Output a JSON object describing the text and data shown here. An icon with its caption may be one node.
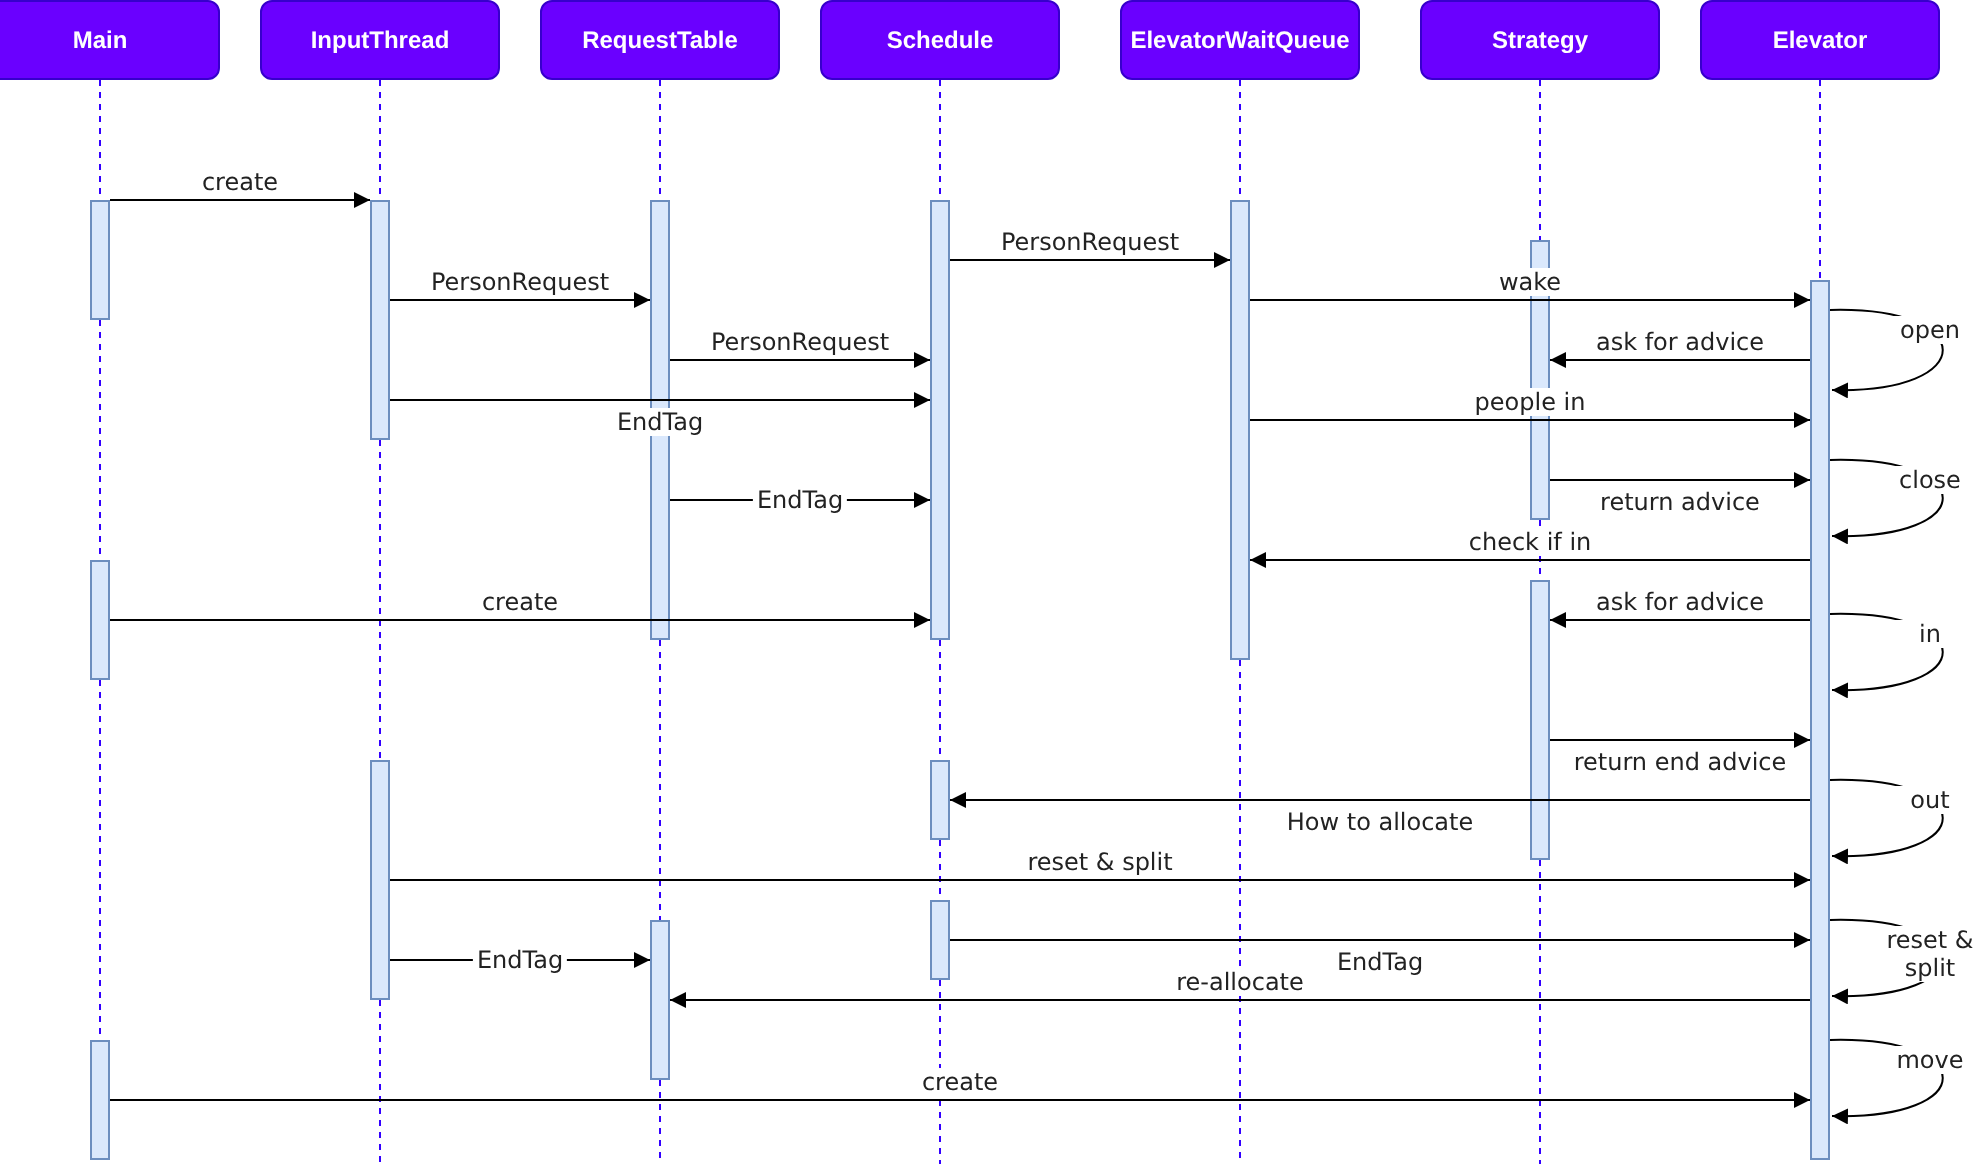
{
  "diagram": {
    "nodes": [
      {
        "text": [
          "Main"
        ]
      },
      {
        "text": [
          "InputThread"
        ]
      },
      {
        "text": [
          "RequestTable"
        ]
      },
      {
        "text": [
          "Schedule"
        ]
      },
      {
        "text": [
          "ElevatorWaitQueue"
        ]
      },
      {
        "text": [
          "Strategy"
        ]
      },
      {
        "text": [
          "Elevator"
        ]
      },
      {
        "text": [],
        "shape": "bar"
      },
      {
        "text": [],
        "shape": "bar"
      },
      {
        "text": [],
        "shape": "bar"
      },
      {
        "text": [],
        "shape": "bar"
      },
      {
        "text": [],
        "shape": "bar"
      },
      {
        "text": [],
        "shape": "bar"
      },
      {
        "text": [],
        "shape": "bar"
      },
      {
        "text": [],
        "shape": "bar"
      },
      {
        "text": [],
        "shape": "bar"
      },
      {
        "text": [],
        "shape": "bar"
      },
      {
        "text": [],
        "shape": "bar"
      },
      {
        "text": [],
        "shape": "bar"
      },
      {
        "text": [],
        "shape": "bar"
      },
      {
        "text": [],
        "shape": "bar"
      }
    ],
    "edges": [
      {
        "from": 7,
        "to": 10,
        "arrow": "to",
        "label": "create"
      },
      {
        "from": 14,
        "to": 17,
        "arrow": "to",
        "label": "PersonRequest"
      },
      {
        "from": 10,
        "to": 12,
        "arrow": "to",
        "label": "PersonRequest"
      },
      {
        "from": 17,
        "to": 20,
        "arrow": "to",
        "label": "wake"
      },
      {
        "from": 20,
        "to": 20,
        "arrow": "to",
        "label": "open"
      },
      {
        "from": 12,
        "to": 14,
        "arrow": "to",
        "label": "PersonRequest"
      },
      {
        "from": 20,
        "to": 18,
        "arrow": "to",
        "label": "ask for advice"
      },
      {
        "from": 10,
        "to": 14,
        "arrow": "to",
        "label": "EndTag"
      },
      {
        "from": 17,
        "to": 20,
        "arrow": "to",
        "label": "people in"
      },
      {
        "from": 20,
        "to": 20,
        "arrow": "to",
        "label": "close"
      },
      {
        "from": 18,
        "to": 20,
        "arrow": "to",
        "label": "return advice"
      },
      {
        "from": 12,
        "to": 14,
        "arrow": "to",
        "label": "EndTag"
      },
      {
        "from": 20,
        "to": 17,
        "arrow": "to",
        "label": "check if in"
      },
      {
        "from": 8,
        "to": 14,
        "arrow": "to",
        "label": "create"
      },
      {
        "from": 20,
        "to": 19,
        "arrow": "to",
        "label": "ask for advice"
      },
      {
        "from": 20,
        "to": 20,
        "arrow": "to",
        "label": "in"
      },
      {
        "from": 19,
        "to": 20,
        "arrow": "to",
        "label": "return end advice"
      },
      {
        "from": 20,
        "to": 20,
        "arrow": "to",
        "label": "out"
      },
      {
        "from": 20,
        "to": 15,
        "arrow": "to",
        "label": "How to allocate"
      },
      {
        "from": 11,
        "to": 20,
        "arrow": "to",
        "label": "reset & split"
      },
      {
        "from": 20,
        "to": 20,
        "arrow": "to",
        "label": "reset & split"
      },
      {
        "from": 16,
        "to": 20,
        "arrow": "to",
        "label": "EndTag"
      },
      {
        "from": 11,
        "to": 13,
        "arrow": "to",
        "label": "EndTag"
      },
      {
        "from": 20,
        "to": 13,
        "arrow": "to",
        "label": "re-allocate"
      },
      {
        "from": 20,
        "to": 20,
        "arrow": "to",
        "label": "move"
      },
      {
        "from": 9,
        "to": 20,
        "arrow": "to",
        "label": "create"
      },
      {
        "from": 0,
        "to": 7,
        "arrow": "none",
        "style": "dashed",
        "color": "#3300ff"
      },
      {
        "from": 7,
        "to": 8,
        "arrow": "none",
        "style": "dashed",
        "color": "#3300ff"
      },
      {
        "from": 8,
        "to": 9,
        "arrow": "none",
        "style": "dashed",
        "color": "#3300ff"
      },
      {
        "from": 1,
        "to": 10,
        "arrow": "none",
        "style": "dashed",
        "color": "#3300ff"
      },
      {
        "from": 10,
        "to": 11,
        "arrow": "none",
        "style": "dashed",
        "color": "#3300ff"
      },
      {
        "from": 11,
        "to": null,
        "arrow": "none",
        "style": "dashed",
        "color": "#3300ff"
      },
      {
        "from": 2,
        "to": 12,
        "arrow": "none",
        "style": "dashed",
        "color": "#3300ff"
      },
      {
        "from": 12,
        "to": 13,
        "arrow": "none",
        "style": "dashed",
        "color": "#3300ff"
      },
      {
        "from": 13,
        "to": null,
        "arrow": "none",
        "style": "dashed",
        "color": "#3300ff"
      },
      {
        "from": 3,
        "to": 14,
        "arrow": "none",
        "style": "dashed",
        "color": "#3300ff"
      },
      {
        "from": 14,
        "to": 15,
        "arrow": "none",
        "style": "dashed",
        "color": "#3300ff"
      },
      {
        "from": 15,
        "to": 16,
        "arrow": "none",
        "style": "dashed",
        "color": "#3300ff"
      },
      {
        "from": 16,
        "to": null,
        "arrow": "none",
        "style": "dashed",
        "color": "#3300ff"
      },
      {
        "from": 4,
        "to": 17,
        "arrow": "none",
        "style": "dashed",
        "color": "#3300ff"
      },
      {
        "from": 17,
        "to": null,
        "arrow": "none",
        "style": "dashed",
        "color": "#3300ff"
      },
      {
        "from": 5,
        "to": 18,
        "arrow": "none",
        "style": "dashed",
        "color": "#3300ff"
      },
      {
        "from": 18,
        "to": 19,
        "arrow": "none",
        "style": "dashed",
        "color": "#3300ff"
      },
      {
        "from": 19,
        "to": null,
        "arrow": "none",
        "style": "dashed",
        "color": "#3300ff"
      },
      {
        "from": 6,
        "to": 20,
        "arrow": "none",
        "style": "dashed",
        "color": "#3300ff"
      }
    ]
  }
}
